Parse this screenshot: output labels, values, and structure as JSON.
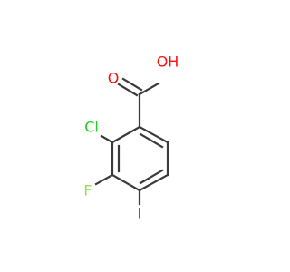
{
  "molecule": {
    "atoms": {
      "oxygen_carbonyl": {
        "label": "O",
        "color": "#ff0d0d"
      },
      "hydroxyl": {
        "label": "OH",
        "color": "#ff0d0d"
      },
      "chlorine": {
        "label": "Cl",
        "color": "#1fd01f"
      },
      "fluorine": {
        "label": "F",
        "color": "#90e050"
      },
      "iodine": {
        "label": "I",
        "color": "#940094"
      }
    },
    "bond_color": "#3a3a3a"
  }
}
